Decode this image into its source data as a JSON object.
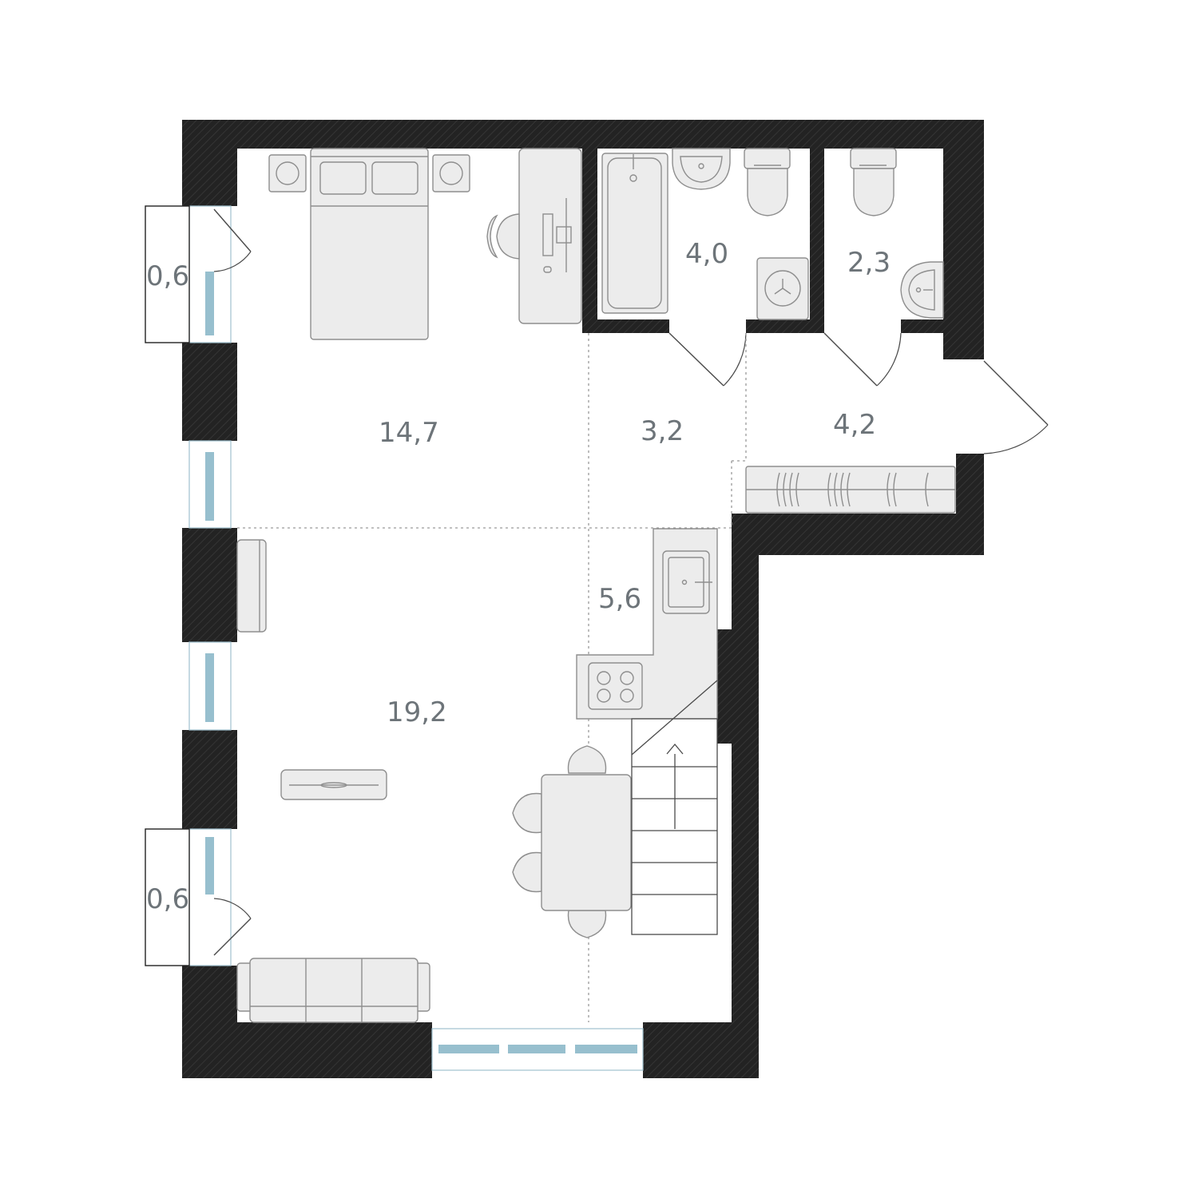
{
  "rooms": [
    {
      "id": "bedroom",
      "area": "14,7"
    },
    {
      "id": "living-kitchen",
      "area": "19,2"
    },
    {
      "id": "hall",
      "area": "3,2"
    },
    {
      "id": "corridor",
      "area": "4,2"
    },
    {
      "id": "kitchen-zone",
      "area": "5,6"
    },
    {
      "id": "bathroom",
      "area": "4,0"
    },
    {
      "id": "wc",
      "area": "2,3"
    },
    {
      "id": "balcony-upper",
      "area": "0,6"
    },
    {
      "id": "balcony-lower",
      "area": "0,6"
    }
  ],
  "colors": {
    "wall": "#232323",
    "furniture_fill": "#ececec",
    "furniture_stroke": "#8e8e8e",
    "glass": "#97bfce",
    "label": "#6d7479"
  },
  "icons": [
    "double-bed-icon",
    "nightstand-icon",
    "desk-icon",
    "chair-icon",
    "bathtub-icon",
    "sink-icon",
    "toilet-icon",
    "washing-machine-icon",
    "wardrobe-icon",
    "kitchen-sink-icon",
    "stove-icon",
    "dining-table-icon",
    "sofa-icon",
    "tv-stand-icon",
    "staircase-icon",
    "door-icon",
    "window-icon"
  ]
}
